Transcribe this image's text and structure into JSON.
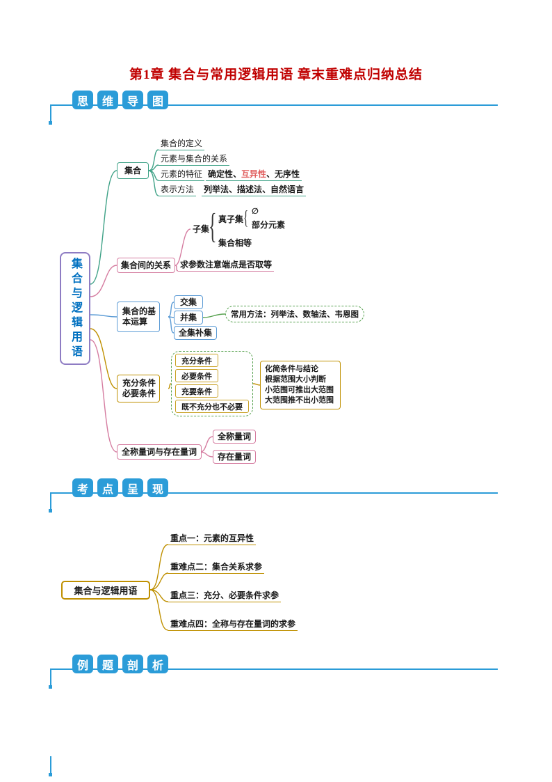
{
  "colors": {
    "accent_blue": "#2B9CD8",
    "title_red": "#C00000",
    "teal": "#3FA287",
    "pink": "#D57CA0",
    "branch_blue": "#5B9BD5",
    "olive": "#BF9000",
    "green": "#56A14E",
    "purple": "#8E7CC3",
    "root_text_blue": "#0070C0",
    "highlight_red": "#E05C5C"
  },
  "title": "第1章 集合与常用逻辑用语 章末重难点归纳总结",
  "section_headers": {
    "mindmap": [
      "思",
      "维",
      "导",
      "图"
    ],
    "exam_points": [
      "考",
      "点",
      "呈",
      "现"
    ],
    "examples": [
      "例",
      "题",
      "剖",
      "析"
    ]
  },
  "mindmap1": {
    "root": "集合与逻辑用语",
    "set": {
      "label": "集合",
      "definition": "集合的定义",
      "element_relation": "元素与集合的关系",
      "features_label": "元素的特征",
      "features_pre": "确定性、",
      "features_highlight": "互异性",
      "features_post": "、无序性",
      "representation_label": "表示方法",
      "representation_detail": "列举法、描述法、自然语言"
    },
    "relations": {
      "label": "集合间的关系",
      "subset": "子集",
      "brace": "{",
      "proper_subset": "真子集",
      "empty_set": "∅",
      "partial_elements": "部分元素",
      "set_equal": "集合相等",
      "param_note": "求参数注意端点是否取等"
    },
    "operations": {
      "label": "集合的基本运算",
      "intersection": "交集",
      "union": "并集",
      "complement": "全集补集",
      "methods": "常用方法：列举法、数轴法、韦恩图"
    },
    "conditions": {
      "label": "充分条件必要条件",
      "items": [
        "充分条件",
        "必要条件",
        "充要条件",
        "既不充分也不必要"
      ],
      "notes": [
        "化简条件与结论",
        "根据范围大小判断",
        "小范围可推出大范围",
        "大范围推不出小范围"
      ]
    },
    "quantifiers": {
      "label": "全称量词与存在量词",
      "universal": "全称量词",
      "existential": "存在量词"
    }
  },
  "mindmap2": {
    "root": "集合与逻辑用语",
    "items": [
      "重点一：元素的互异性",
      "重难点二：集合关系求参",
      "重点三：充分、必要条件求参",
      "重难点四：全称与存在量词的求参"
    ]
  }
}
